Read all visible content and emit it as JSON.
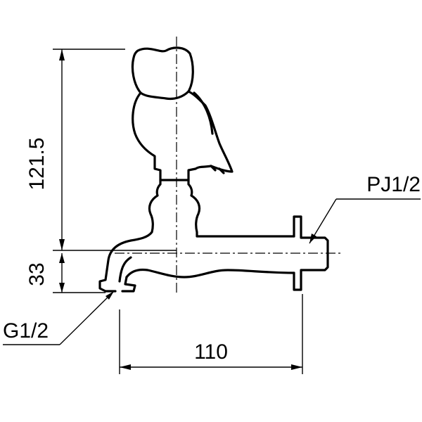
{
  "dimensions": {
    "height_upper": "121.5",
    "height_lower": "33",
    "width": "110"
  },
  "callouts": {
    "inlet_thread": "G1/2",
    "outlet_thread": "PJ1/2"
  }
}
